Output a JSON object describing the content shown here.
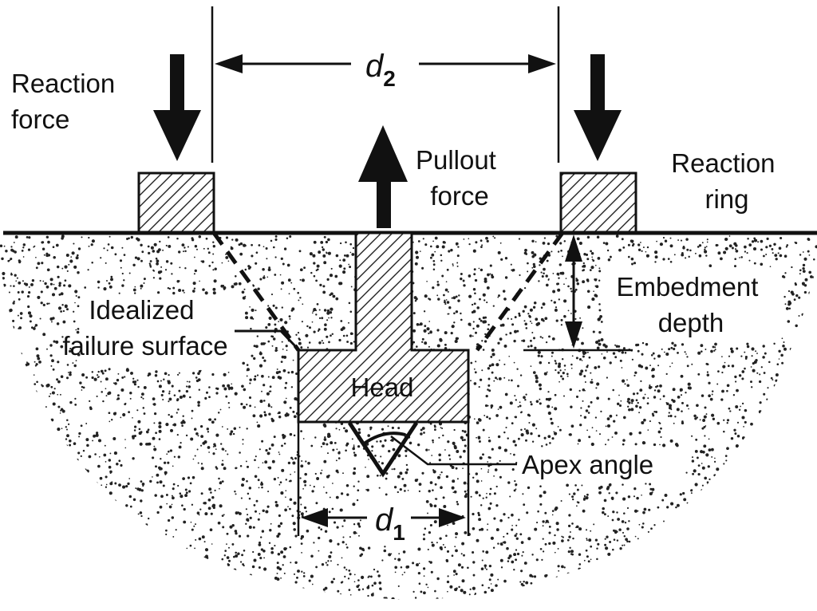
{
  "labels": {
    "reaction_force": [
      "Reaction",
      "force"
    ],
    "pullout_force": [
      "Pullout",
      "force"
    ],
    "reaction_ring": [
      "Reaction",
      "ring"
    ],
    "embedment_depth": [
      "Embedment",
      "depth"
    ],
    "failure_surface": [
      "Idealized",
      "failure surface"
    ],
    "head": "Head",
    "apex_angle": "Apex angle",
    "d2": {
      "symbol": "d",
      "subscript": "2"
    },
    "d1": {
      "symbol": "d",
      "subscript": "1"
    }
  },
  "colors": {
    "ink": "#111111",
    "background": "#ffffff"
  }
}
